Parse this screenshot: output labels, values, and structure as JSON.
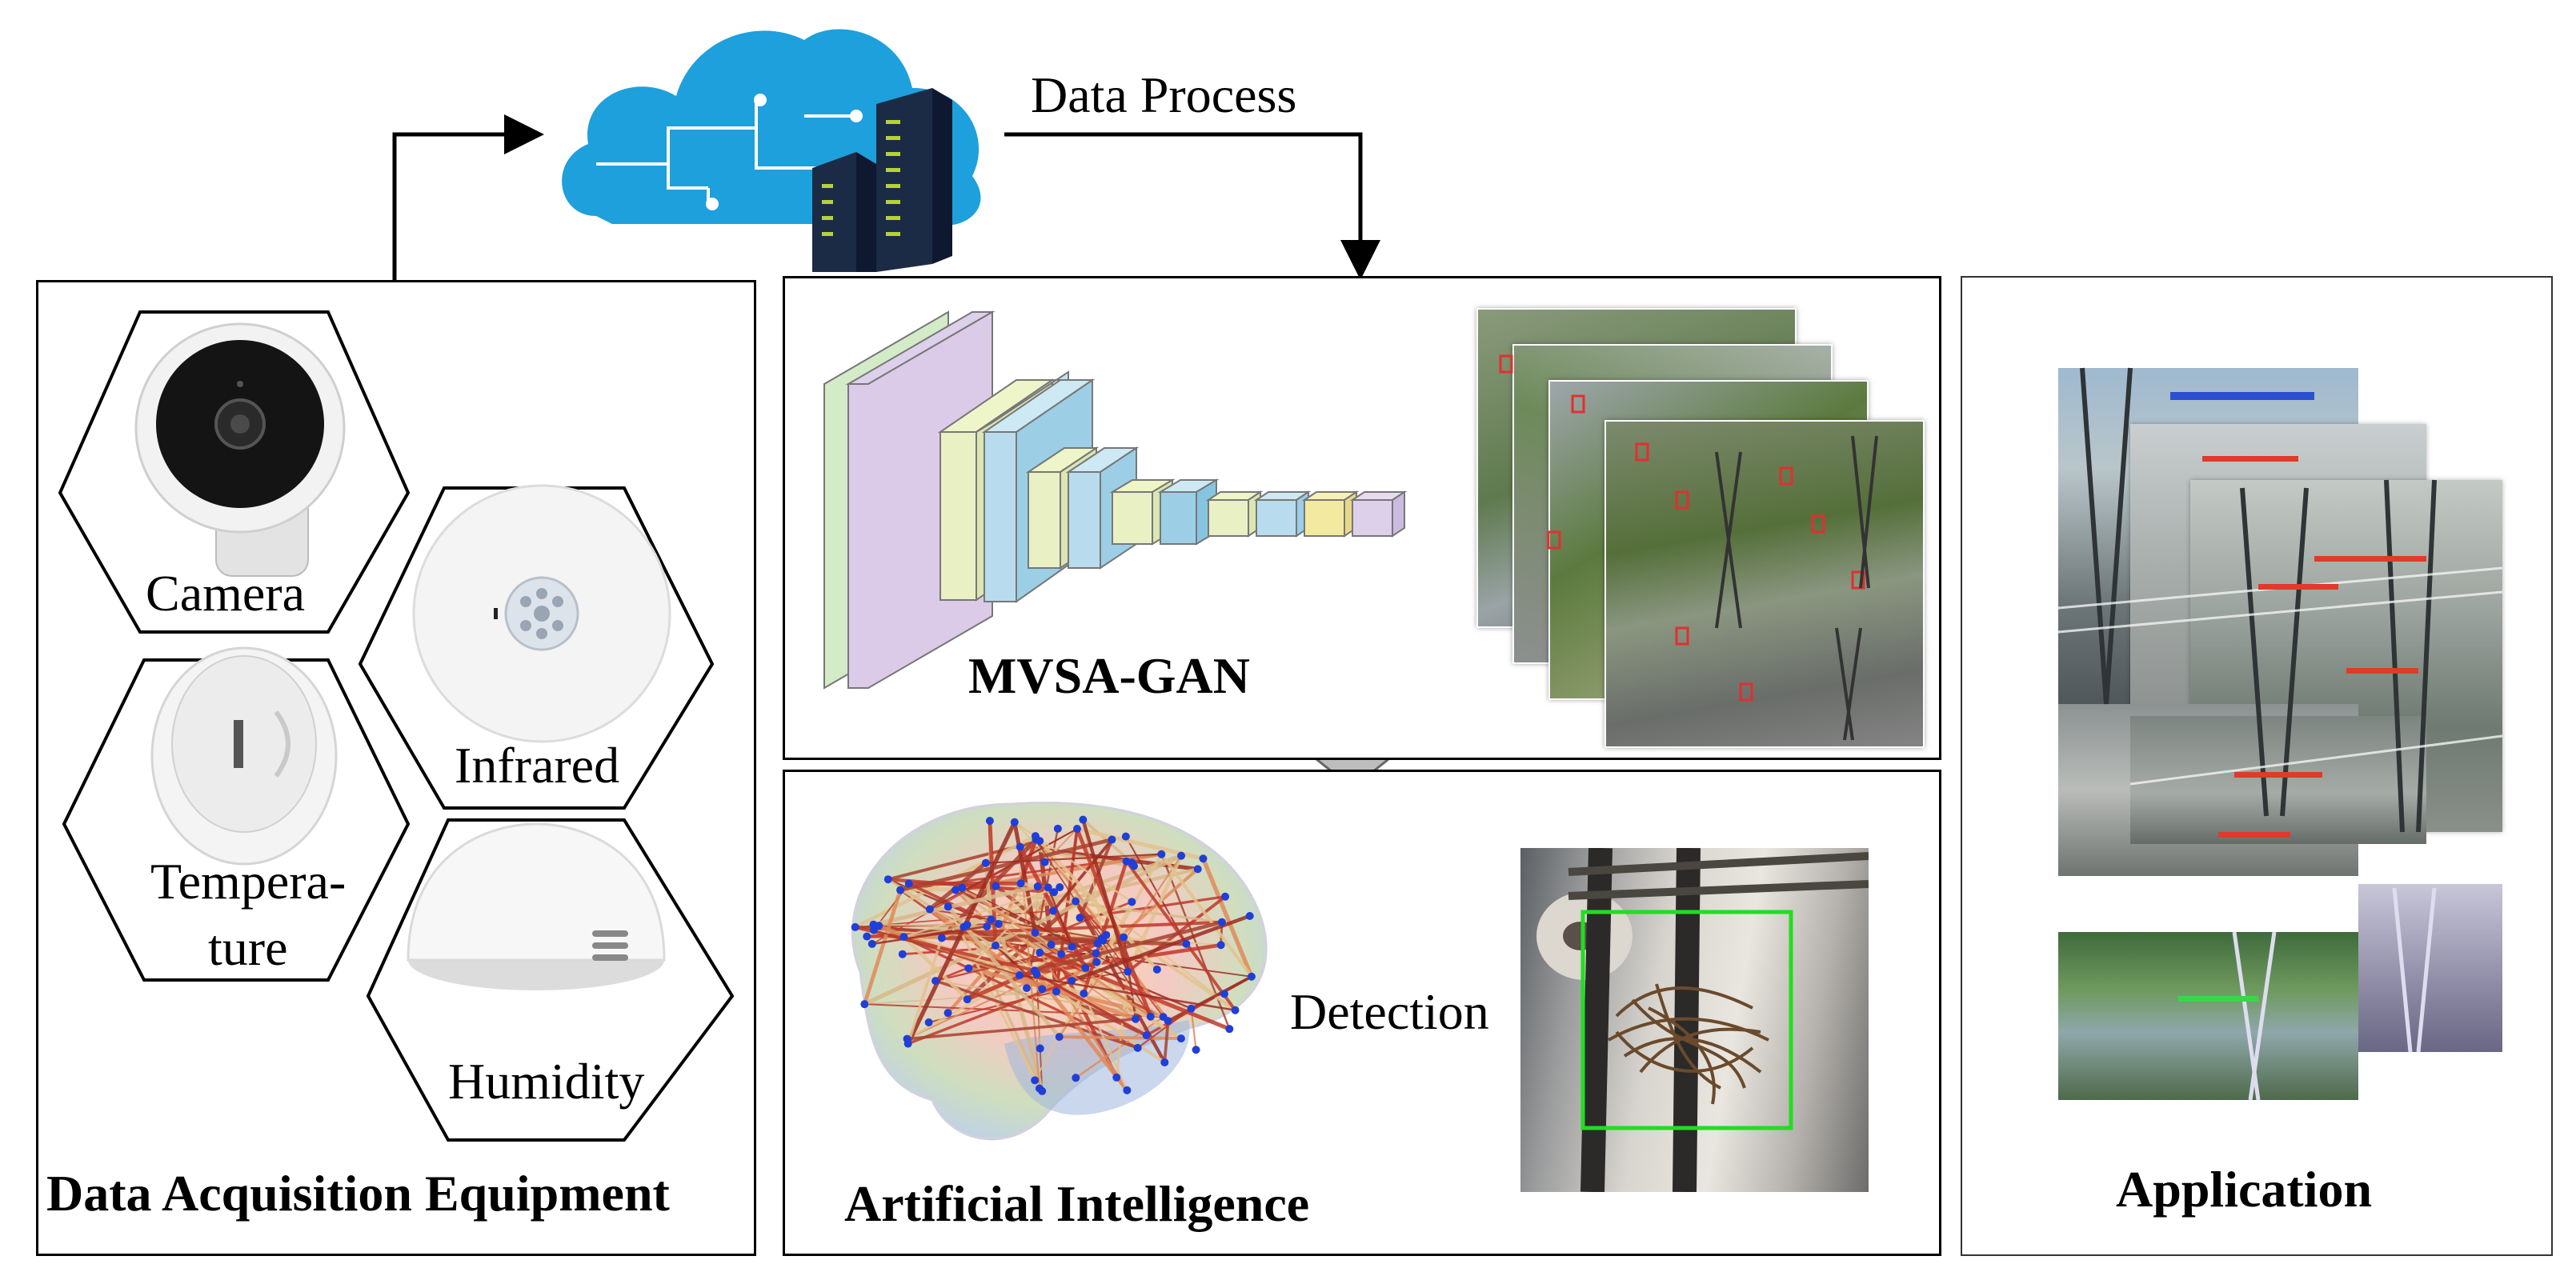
{
  "cloud": {
    "label": "Data Process"
  },
  "acquisition": {
    "title": "Data Acquisition Equipment",
    "sensors": [
      {
        "label": "Camera"
      },
      {
        "label": "Infrared"
      },
      {
        "label": "Tempera-",
        "label2": "ture"
      },
      {
        "label": "Humidity"
      }
    ]
  },
  "model": {
    "title": "MVSA-GAN"
  },
  "ai": {
    "title": "Artificial Intelligence",
    "detection_label": "Detection"
  },
  "application": {
    "title": "Application"
  },
  "colors": {
    "cloud": "#1ea0dc",
    "detection_box": "#22dd22",
    "arrow": "#000000"
  }
}
